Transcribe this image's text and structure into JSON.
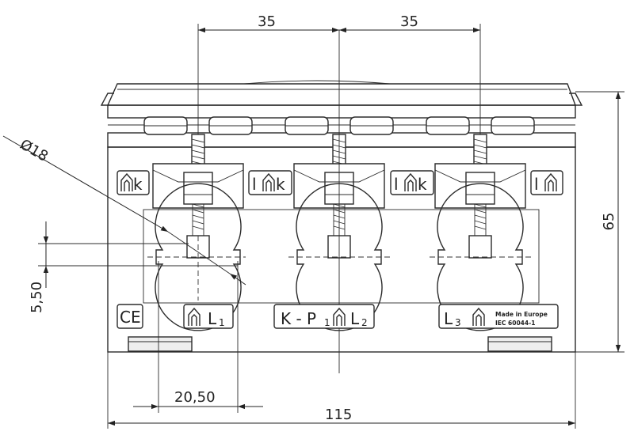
{
  "dimensions": {
    "pitch_left": "35",
    "pitch_right": "35",
    "height": "65",
    "width": "115",
    "diameter": "Ø18",
    "offset": "5,50",
    "window_width": "20,50"
  },
  "terminals": {
    "k1": "k",
    "k2": "k",
    "k3": "k",
    "l_mark_2": "l",
    "l_mark_3": "l",
    "l_mark_4": "l"
  },
  "labels": {
    "ce": "CE",
    "l1_main": "L",
    "l1_sub": "1",
    "kp_main": "K - P",
    "kp_sub": "1",
    "l2_main": "L",
    "l2_sub": "2",
    "l3_main": "L",
    "l3_sub": "3",
    "made_in": "Made in Europe",
    "standard": "IEC 60044-1"
  }
}
